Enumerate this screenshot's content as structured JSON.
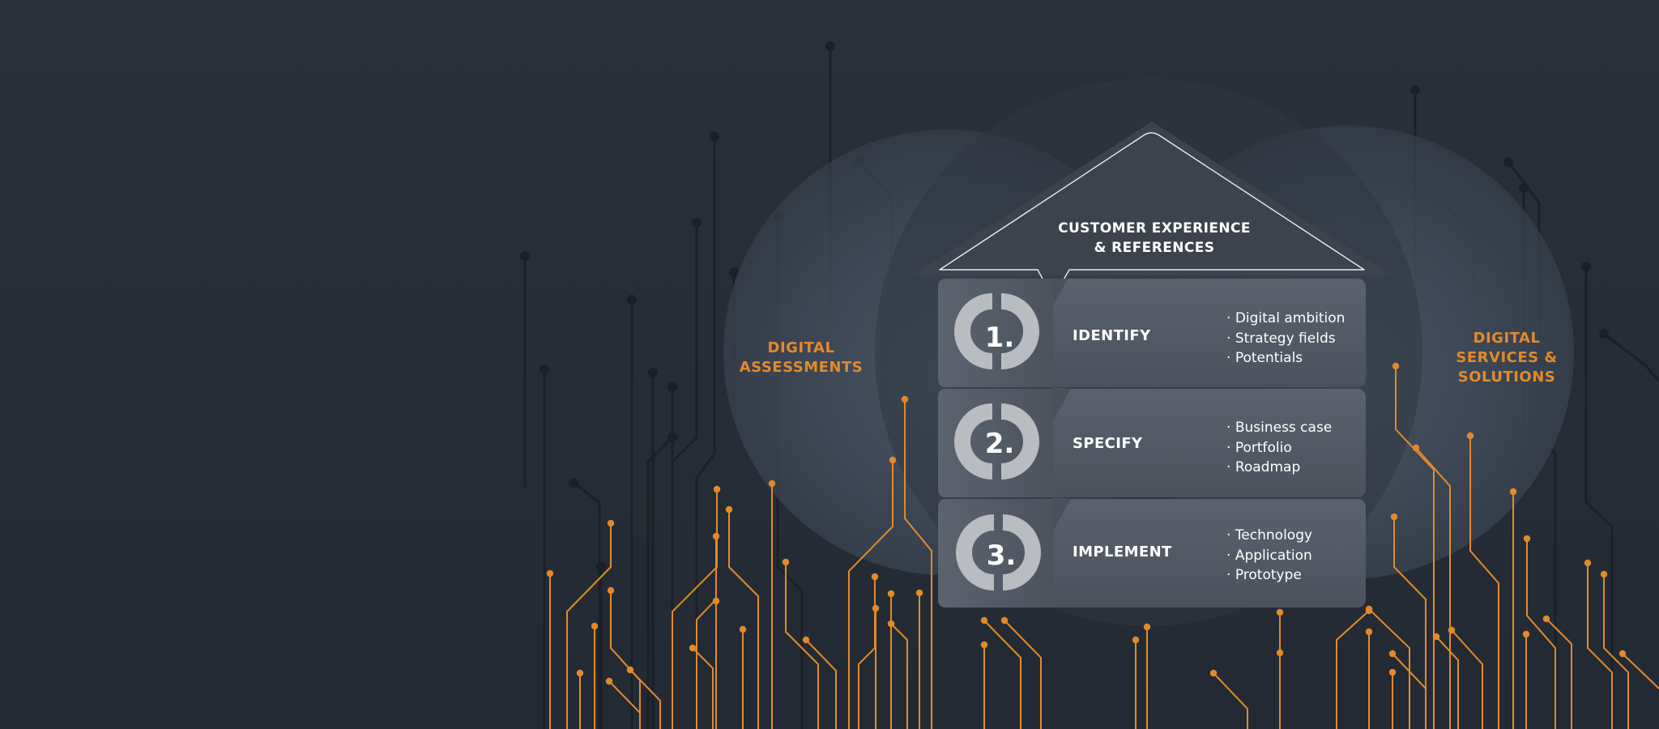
{
  "side_labels": {
    "left": "DIGITAL\nASSESSMENTS",
    "right": "DIGITAL\nSERVICES &\nSOLUTIONS"
  },
  "roof": {
    "title": "CUSTOMER EXPERIENCE\n& REFERENCES"
  },
  "steps": [
    {
      "number": "1.",
      "title": "IDENTIFY",
      "items": [
        "Digital ambition",
        "Strategy fields",
        "Potentials"
      ]
    },
    {
      "number": "2.",
      "title": "SPECIFY",
      "items": [
        "Business case",
        "Portfolio",
        "Roadmap"
      ]
    },
    {
      "number": "3.",
      "title": "IMPLEMENT",
      "items": [
        "Technology",
        "Application",
        "Prototype"
      ]
    }
  ],
  "colors": {
    "background": "#272d36",
    "accent_orange": "#e28a2b",
    "circuit_dark": "#1b2027",
    "panel": "#525a66",
    "panel_dark": "#48505b",
    "roof": "#3d434d",
    "ring": "#b9bcc1"
  }
}
